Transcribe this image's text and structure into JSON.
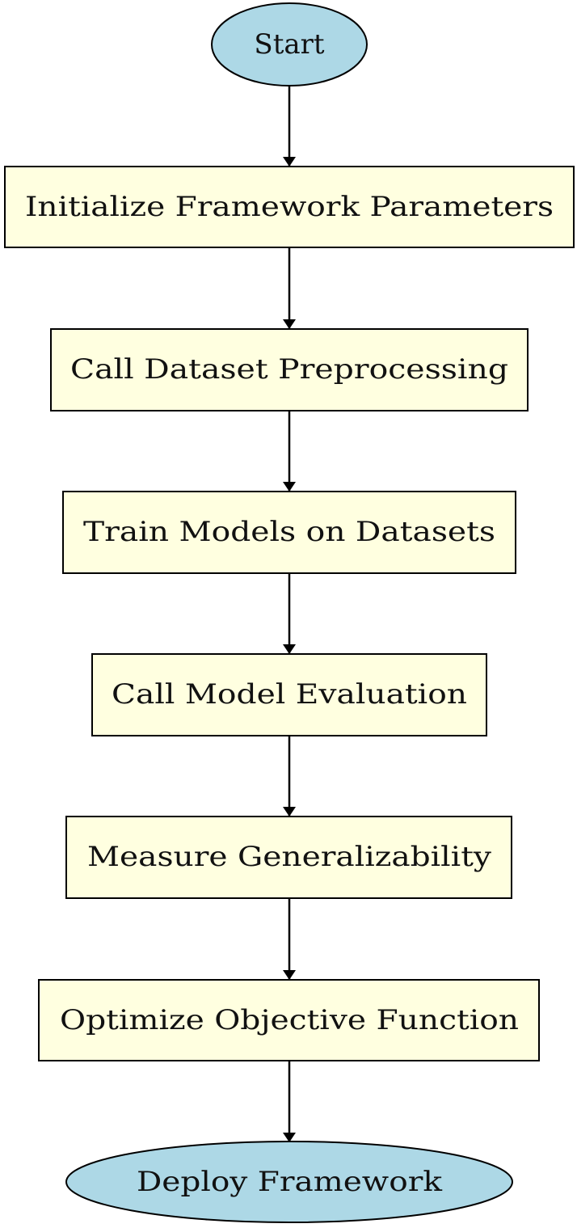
{
  "flowchart": {
    "nodes": [
      {
        "id": "start",
        "label": "Start",
        "shape": "ellipse"
      },
      {
        "id": "init",
        "label": "Initialize Framework Parameters",
        "shape": "box"
      },
      {
        "id": "preprocess",
        "label": "Call Dataset Preprocessing",
        "shape": "box"
      },
      {
        "id": "train",
        "label": "Train Models on Datasets",
        "shape": "box"
      },
      {
        "id": "evaluate",
        "label": "Call Model Evaluation",
        "shape": "box"
      },
      {
        "id": "generalize",
        "label": "Measure Generalizability",
        "shape": "box"
      },
      {
        "id": "optimize",
        "label": "Optimize Objective Function",
        "shape": "box"
      },
      {
        "id": "deploy",
        "label": "Deploy Framework",
        "shape": "ellipse"
      }
    ],
    "edges": [
      {
        "from": "start",
        "to": "init"
      },
      {
        "from": "init",
        "to": "preprocess"
      },
      {
        "from": "preprocess",
        "to": "train"
      },
      {
        "from": "train",
        "to": "evaluate"
      },
      {
        "from": "evaluate",
        "to": "generalize"
      },
      {
        "from": "generalize",
        "to": "optimize"
      },
      {
        "from": "optimize",
        "to": "deploy"
      }
    ],
    "colors": {
      "terminal_fill": "#add8e6",
      "process_fill": "#ffffe0",
      "stroke": "#000000",
      "text": "#111111"
    }
  }
}
